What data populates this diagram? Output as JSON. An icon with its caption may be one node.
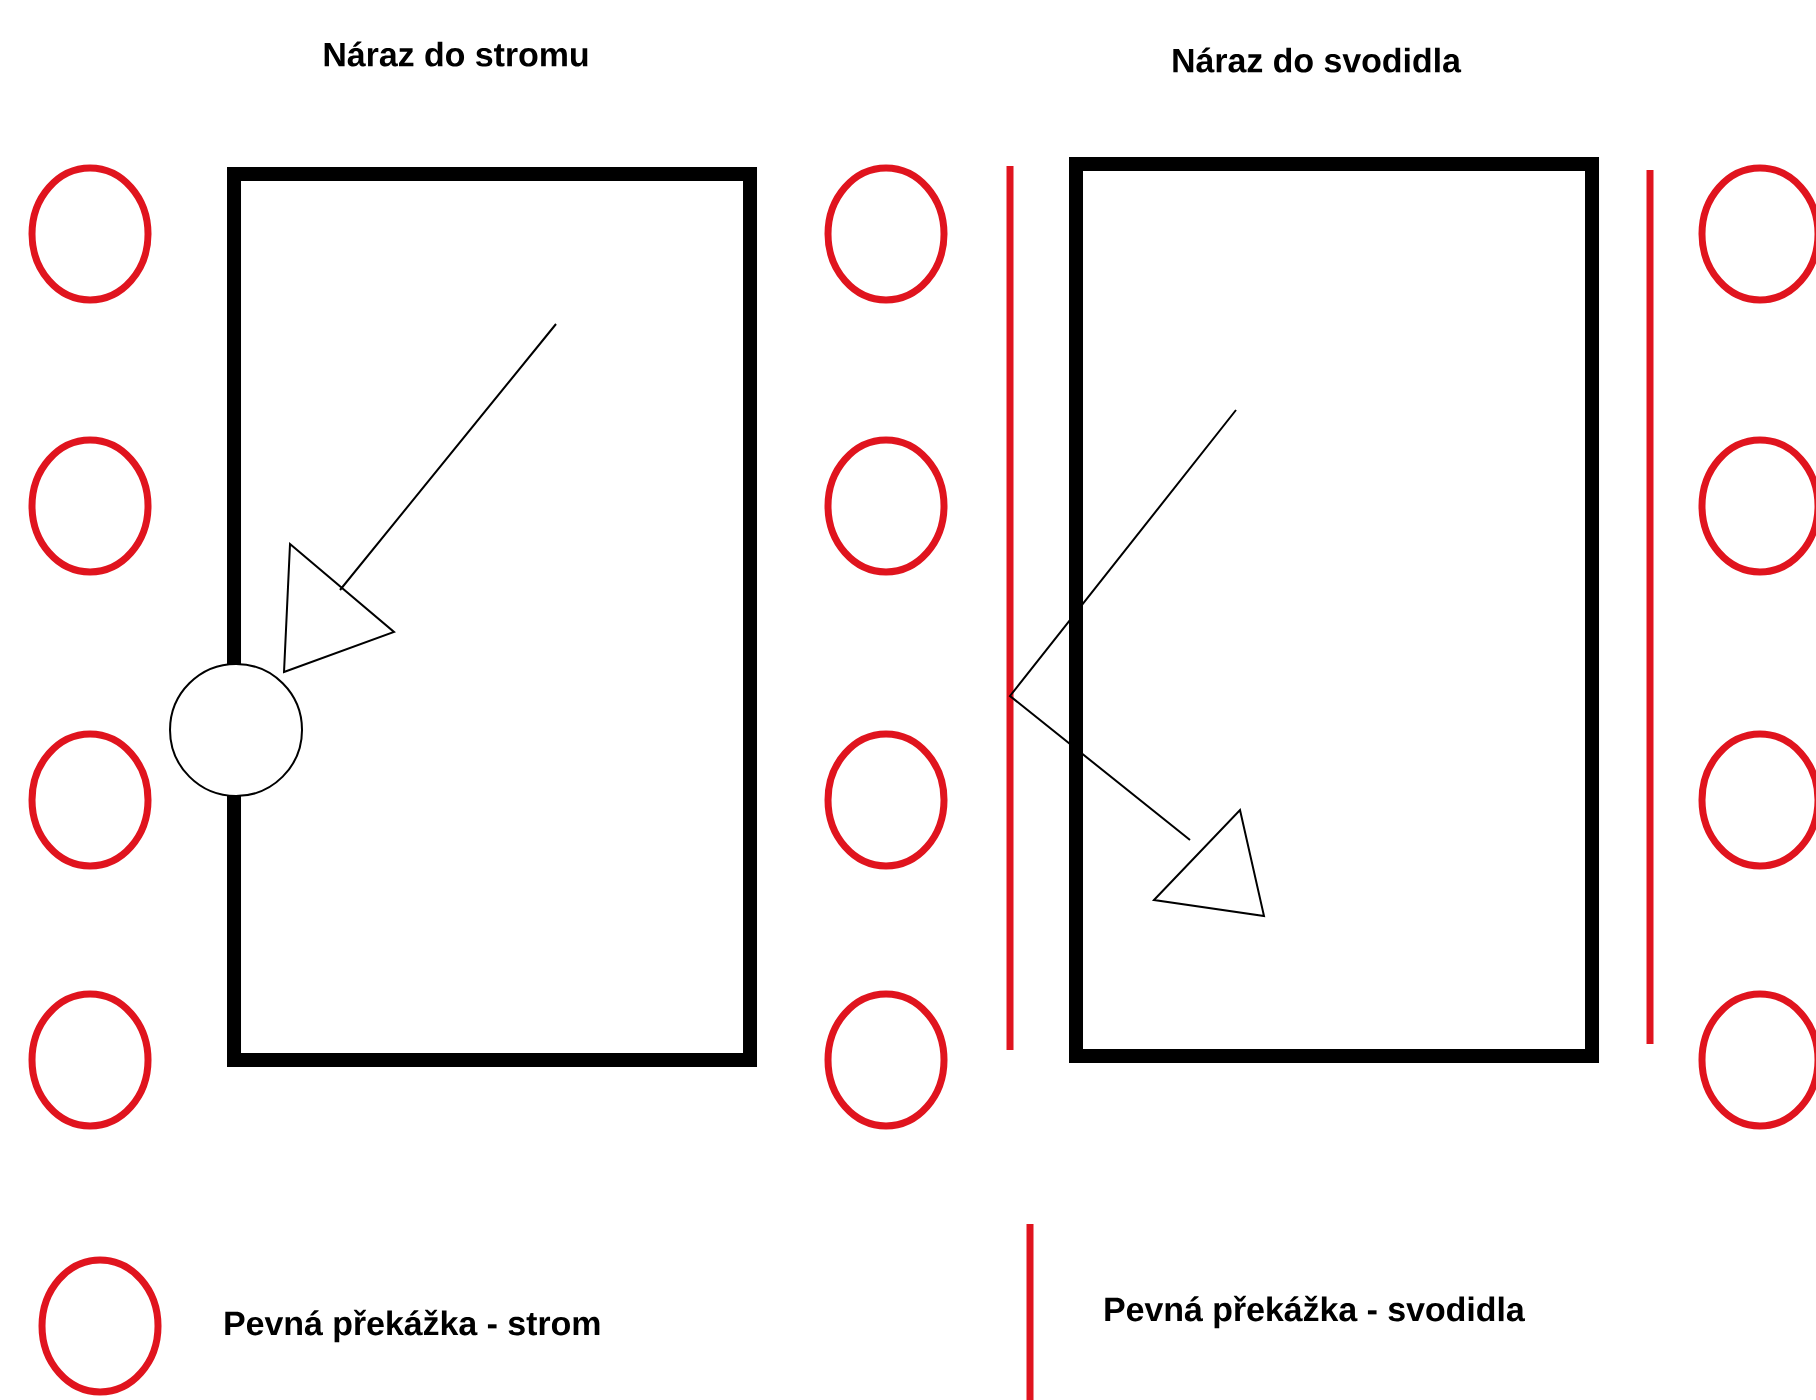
{
  "diagram": {
    "nodes": [
      {
        "text": [
          "Náraz do stromu"
        ]
      },
      {
        "text": [
          "Náraz do svodidla"
        ]
      }
    ],
    "legend": [
      {
        "text": "Pevná překážka - strom"
      },
      {
        "text": "Pevná překážka - svodidla"
      }
    ]
  }
}
